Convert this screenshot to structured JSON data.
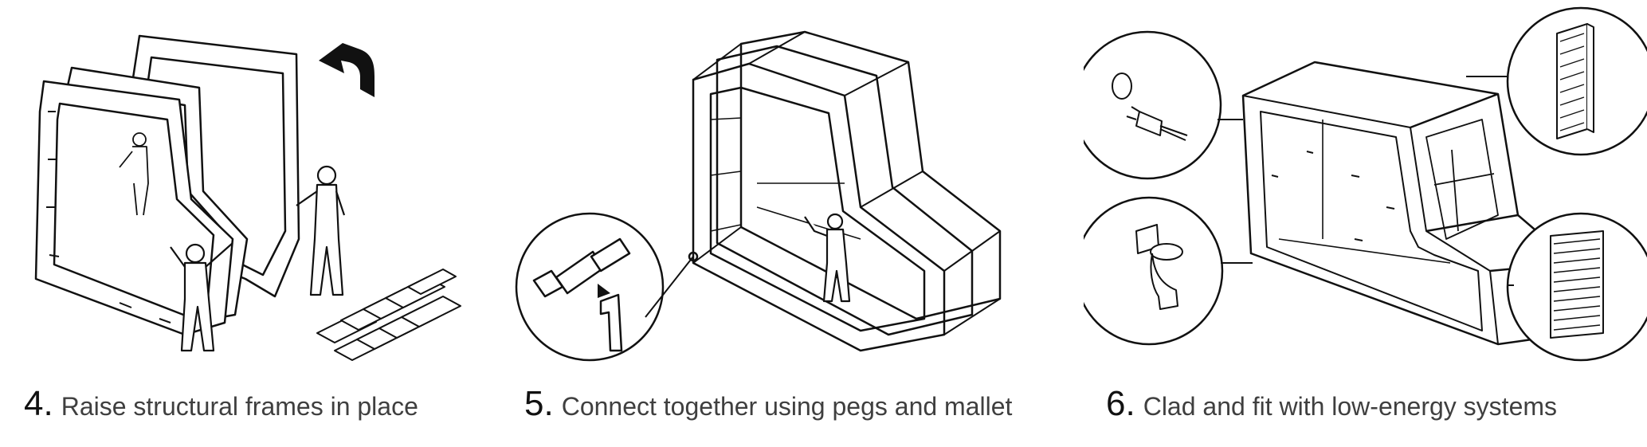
{
  "steps": [
    {
      "number": "4.",
      "text": "Raise structural frames in place",
      "icon": "raising-frames-illustration"
    },
    {
      "number": "5.",
      "text": "Connect together using pegs and mallet",
      "icon": "mallet-peg-illustration"
    },
    {
      "number": "6.",
      "text": "Clad and fit with low-energy systems",
      "icon": "clad-fit-illustration"
    }
  ],
  "callouts": {
    "step5": [
      "mallet-icon",
      "peg-icon"
    ],
    "step6": [
      "electric-plug-icon",
      "toilet-icon",
      "insulation-panel-icon",
      "vent-grille-icon"
    ]
  },
  "colors": {
    "line": "#111111",
    "fill": "#ffffff",
    "caption": "#3f3f3f"
  }
}
